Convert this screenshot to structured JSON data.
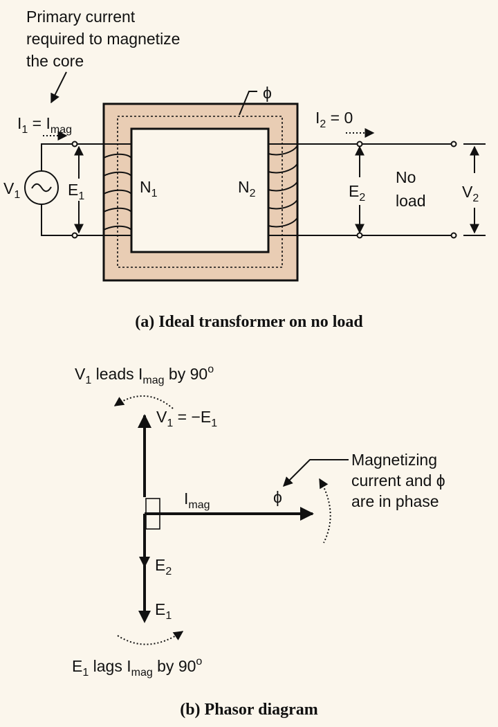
{
  "diagram_a": {
    "annotation_line1": "Primary current",
    "annotation_line2": "required to magnetize",
    "annotation_line3": "the core",
    "i1_main": "I",
    "i1_sub": "1",
    "i1_eq": " = I",
    "i1_mag": "mag",
    "i2_main": "I",
    "i2_sub": "2",
    "i2_eq": " = 0",
    "phi": "ϕ",
    "v1_main": "V",
    "v1_sub": "1",
    "e1_main": "E",
    "e1_sub": "1",
    "n1_main": "N",
    "n1_sub": "1",
    "n2_main": "N",
    "n2_sub": "2",
    "e2_main": "E",
    "e2_sub": "2",
    "noload_line1": "No",
    "noload_line2": "load",
    "v2_main": "V",
    "v2_sub": "2",
    "caption": "(a) Ideal transformer on no load",
    "core_color": "#e9cdb4"
  },
  "diagram_b": {
    "v1_leads_main": "V",
    "v1_leads_sub": "1",
    "v1_leads_mid": " leads I",
    "v1_leads_mag": "mag",
    "v1_leads_end": " by 90",
    "v1_leads_deg": "o",
    "v1_label_main": "V",
    "v1_label_sub": "1",
    "v1_label_eq": " = −E",
    "v1_label_sub2": "1",
    "imag_main": "I",
    "imag_sub": "mag",
    "phi": "ϕ",
    "mag_line1": "Magnetizing",
    "mag_line2": "current and ϕ",
    "mag_line3": "are in phase",
    "e2_main": "E",
    "e2_sub": "2",
    "e1_main": "E",
    "e1_sub": "1",
    "e1_lags_main": "E",
    "e1_lags_sub": "1",
    "e1_lags_mid": " lags I",
    "e1_lags_mag": "mag",
    "e1_lags_end": " by 90",
    "e1_lags_deg": "o",
    "caption": "(b) Phasor diagram"
  }
}
